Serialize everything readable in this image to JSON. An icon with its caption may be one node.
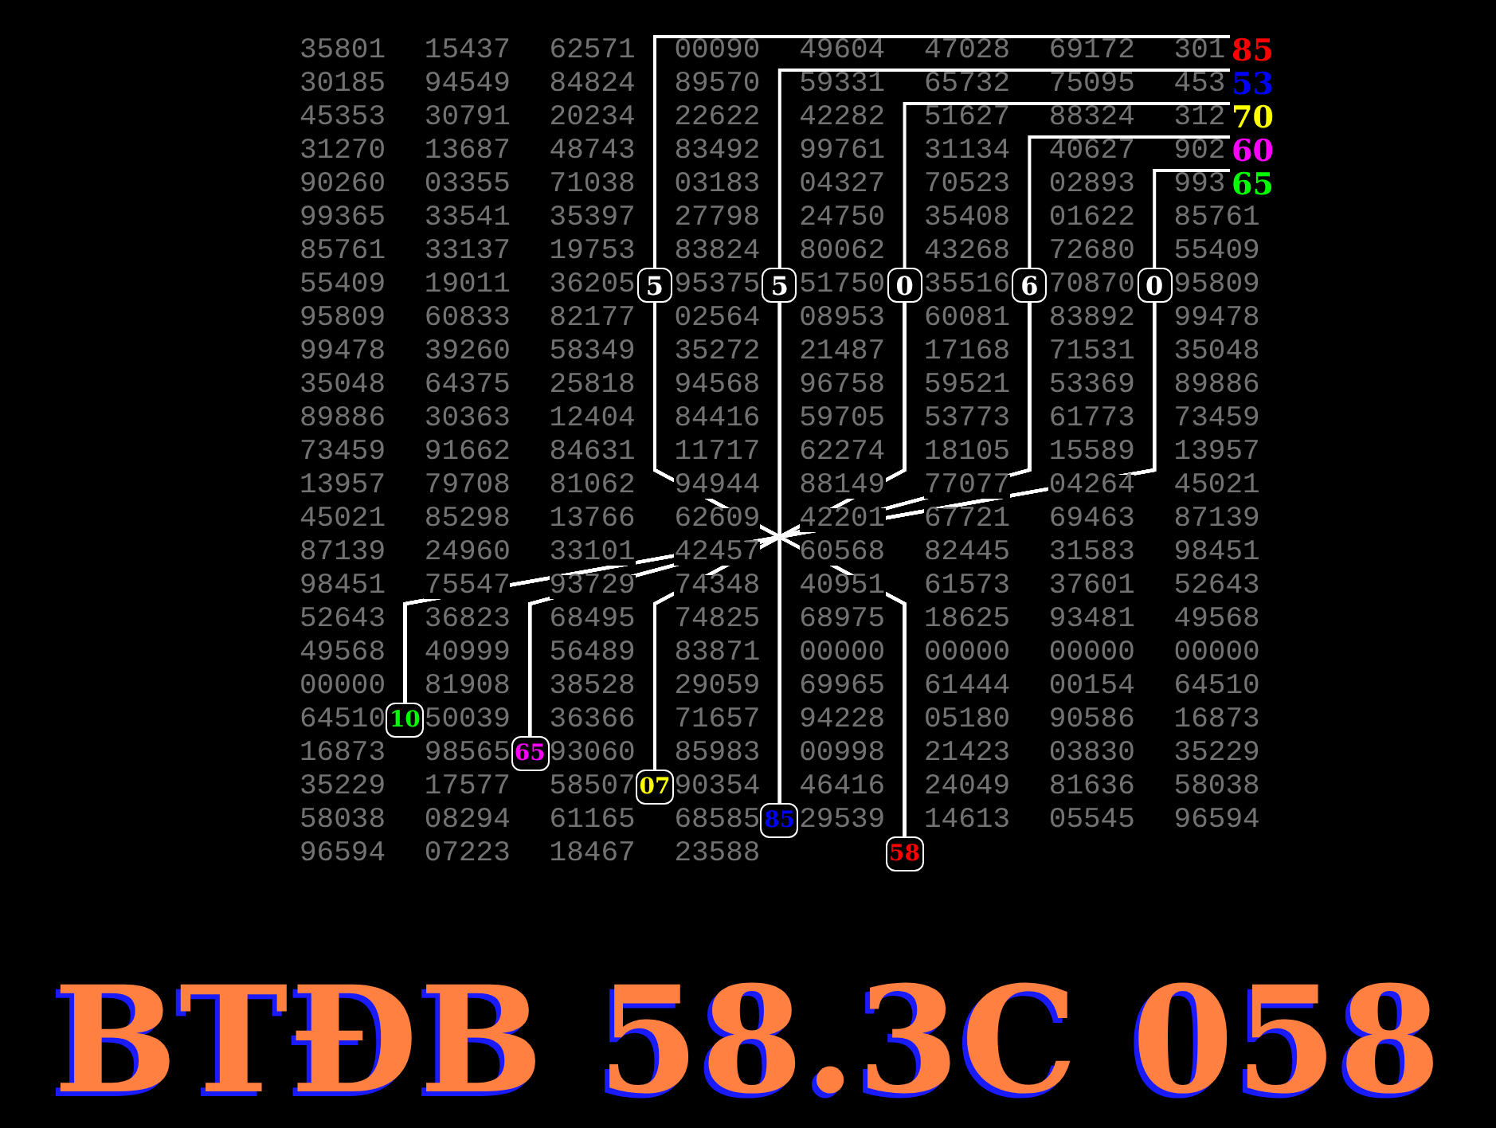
{
  "diagram": {
    "title": "BTĐB 58.3C 058",
    "nodes": [
      {
        "text": [
          "85"
        ]
      },
      {
        "text": [
          "53"
        ]
      },
      {
        "text": [
          "70"
        ]
      },
      {
        "text": [
          "60"
        ]
      },
      {
        "text": [
          "65"
        ]
      },
      {
        "text": [
          "5"
        ]
      },
      {
        "text": [
          "5"
        ]
      },
      {
        "text": [
          "0"
        ]
      },
      {
        "text": [
          "6"
        ]
      },
      {
        "text": [
          "0"
        ]
      },
      {
        "text": [
          "10"
        ]
      },
      {
        "text": [
          "65"
        ]
      },
      {
        "text": [
          "07"
        ]
      },
      {
        "text": [
          "85"
        ]
      },
      {
        "text": [
          "58"
        ]
      }
    ],
    "edges": [
      {
        "from": 0,
        "to": 5,
        "arrow": "none"
      },
      {
        "from": 1,
        "to": 6,
        "arrow": "none"
      },
      {
        "from": 2,
        "to": 7,
        "arrow": "none"
      },
      {
        "from": 3,
        "to": 8,
        "arrow": "none"
      },
      {
        "from": 4,
        "to": 9,
        "arrow": "none"
      },
      {
        "from": 5,
        "to": 10,
        "arrow": "none"
      },
      {
        "from": 5,
        "to": 11,
        "arrow": "none"
      },
      {
        "from": 5,
        "to": 12,
        "arrow": "none"
      },
      {
        "from": 5,
        "to": 13,
        "arrow": "none"
      },
      {
        "from": 5,
        "to": 14,
        "arrow": "none"
      },
      {
        "from": 6,
        "to": 10,
        "arrow": "none"
      },
      {
        "from": 6,
        "to": 11,
        "arrow": "none"
      },
      {
        "from": 6,
        "to": 12,
        "arrow": "none"
      },
      {
        "from": 6,
        "to": 13,
        "arrow": "none"
      },
      {
        "from": 6,
        "to": 14,
        "arrow": "none"
      },
      {
        "from": 7,
        "to": 10,
        "arrow": "none"
      },
      {
        "from": 7,
        "to": 11,
        "arrow": "none"
      },
      {
        "from": 7,
        "to": 12,
        "arrow": "none"
      },
      {
        "from": 7,
        "to": 13,
        "arrow": "none"
      },
      {
        "from": 7,
        "to": 14,
        "arrow": "none"
      },
      {
        "from": 8,
        "to": 10,
        "arrow": "none"
      },
      {
        "from": 8,
        "to": 11,
        "arrow": "none"
      },
      {
        "from": 8,
        "to": 12,
        "arrow": "none"
      },
      {
        "from": 8,
        "to": 13,
        "arrow": "none"
      },
      {
        "from": 8,
        "to": 14,
        "arrow": "none"
      },
      {
        "from": 9,
        "to": 10,
        "arrow": "none"
      },
      {
        "from": 9,
        "to": 11,
        "arrow": "none"
      },
      {
        "from": 9,
        "to": 12,
        "arrow": "none"
      },
      {
        "from": 9,
        "to": 13,
        "arrow": "none"
      },
      {
        "from": 9,
        "to": 14,
        "arrow": "none"
      }
    ],
    "labels": [
      "35801",
      "15437",
      "62571",
      "00090",
      "49604",
      "47028",
      "69172",
      "301",
      "30185",
      "94549",
      "84824",
      "89570",
      "59331",
      "65732",
      "75095",
      "453",
      "45353",
      "30791",
      "20234",
      "22622",
      "42282",
      "51627",
      "88324",
      "312",
      "31270",
      "13687",
      "48743",
      "83492",
      "99761",
      "31134",
      "40627",
      "902",
      "90260",
      "03355",
      "71038",
      "03183",
      "04327",
      "70523",
      "02893",
      "993",
      "99365",
      "33541",
      "35397",
      "27798",
      "24750",
      "35408",
      "01622",
      "85761",
      "85761",
      "33137",
      "19753",
      "83824",
      "80062",
      "43268",
      "72680",
      "55409",
      "55409",
      "19011",
      "36205",
      "95375",
      "51750",
      "35516",
      "70870",
      "95809",
      "95809",
      "60833",
      "82177",
      "02564",
      "08953",
      "60081",
      "83892",
      "99478",
      "99478",
      "39260",
      "58349",
      "35272",
      "21487",
      "17168",
      "71531",
      "35048",
      "35048",
      "64375",
      "25818",
      "94568",
      "96758",
      "59521",
      "53369",
      "89886",
      "89886",
      "30363",
      "12404",
      "84416",
      "59705",
      "53773",
      "61773",
      "73459",
      "73459",
      "91662",
      "84631",
      "11717",
      "62274",
      "18105",
      "15589",
      "13957",
      "13957",
      "79708",
      "81062",
      "94944",
      "88149",
      "77077",
      "04264",
      "45021",
      "45021",
      "85298",
      "13766",
      "62609",
      "42201",
      "67721",
      "69463",
      "87139",
      "87139",
      "24960",
      "33101",
      "42457",
      "60568",
      "82445",
      "31583",
      "98451",
      "98451",
      "75547",
      "93729",
      "74348",
      "40951",
      "61573",
      "37601",
      "52643",
      "52643",
      "36823",
      "68495",
      "74825",
      "68975",
      "18625",
      "93481",
      "49568",
      "49568",
      "40999",
      "56489",
      "83871",
      "00000",
      "00000",
      "00000",
      "00000",
      "00000",
      "81908",
      "38528",
      "29059",
      "69965",
      "61444",
      "00154",
      "64510",
      "64510",
      "50039",
      "36366",
      "71657",
      "94228",
      "05180",
      "90586",
      "16873",
      "16873",
      "98565",
      "93060",
      "85983",
      "00998",
      "21423",
      "03830",
      "35229",
      "35229",
      "17577",
      "58507",
      "90354",
      "46416",
      "24049",
      "81636",
      "58038",
      "58038",
      "08294",
      "61165",
      "68585",
      "29539",
      "14613",
      "05545",
      "96594",
      "96594",
      "07223",
      "18467",
      "23588"
    ]
  }
}
